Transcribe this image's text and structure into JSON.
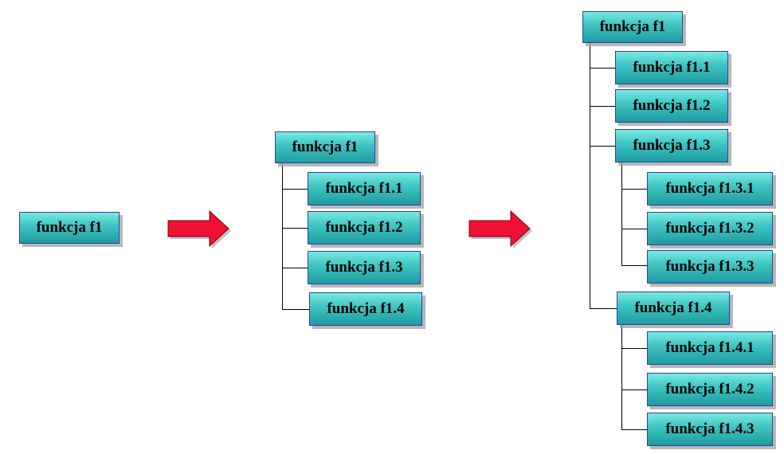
{
  "stage1": {
    "root": "funkcja f1"
  },
  "stage2": {
    "root": "funkcja f1",
    "children": [
      "funkcja f1.1",
      "funkcja f1.2",
      "funkcja f1.3",
      "funkcja f1.4"
    ]
  },
  "stage3": {
    "root": "funkcja f1",
    "children": [
      "funkcja f1.1",
      "funkcja f1.2",
      "funkcja f1.3",
      "funkcja f1.4"
    ],
    "f1_3_children": [
      "funkcja f1.3.1",
      "funkcja f1.3.2",
      "funkcja f1.3.3"
    ],
    "f1_4_children": [
      "funkcja f1.4.1",
      "funkcja f1.4.2",
      "funkcja f1.4.3"
    ]
  },
  "colors": {
    "box_top": "#79e9e2",
    "box_bottom": "#1f9ba0",
    "box_border": "#2f3fa6",
    "arrow_fill": "#ee1133"
  }
}
